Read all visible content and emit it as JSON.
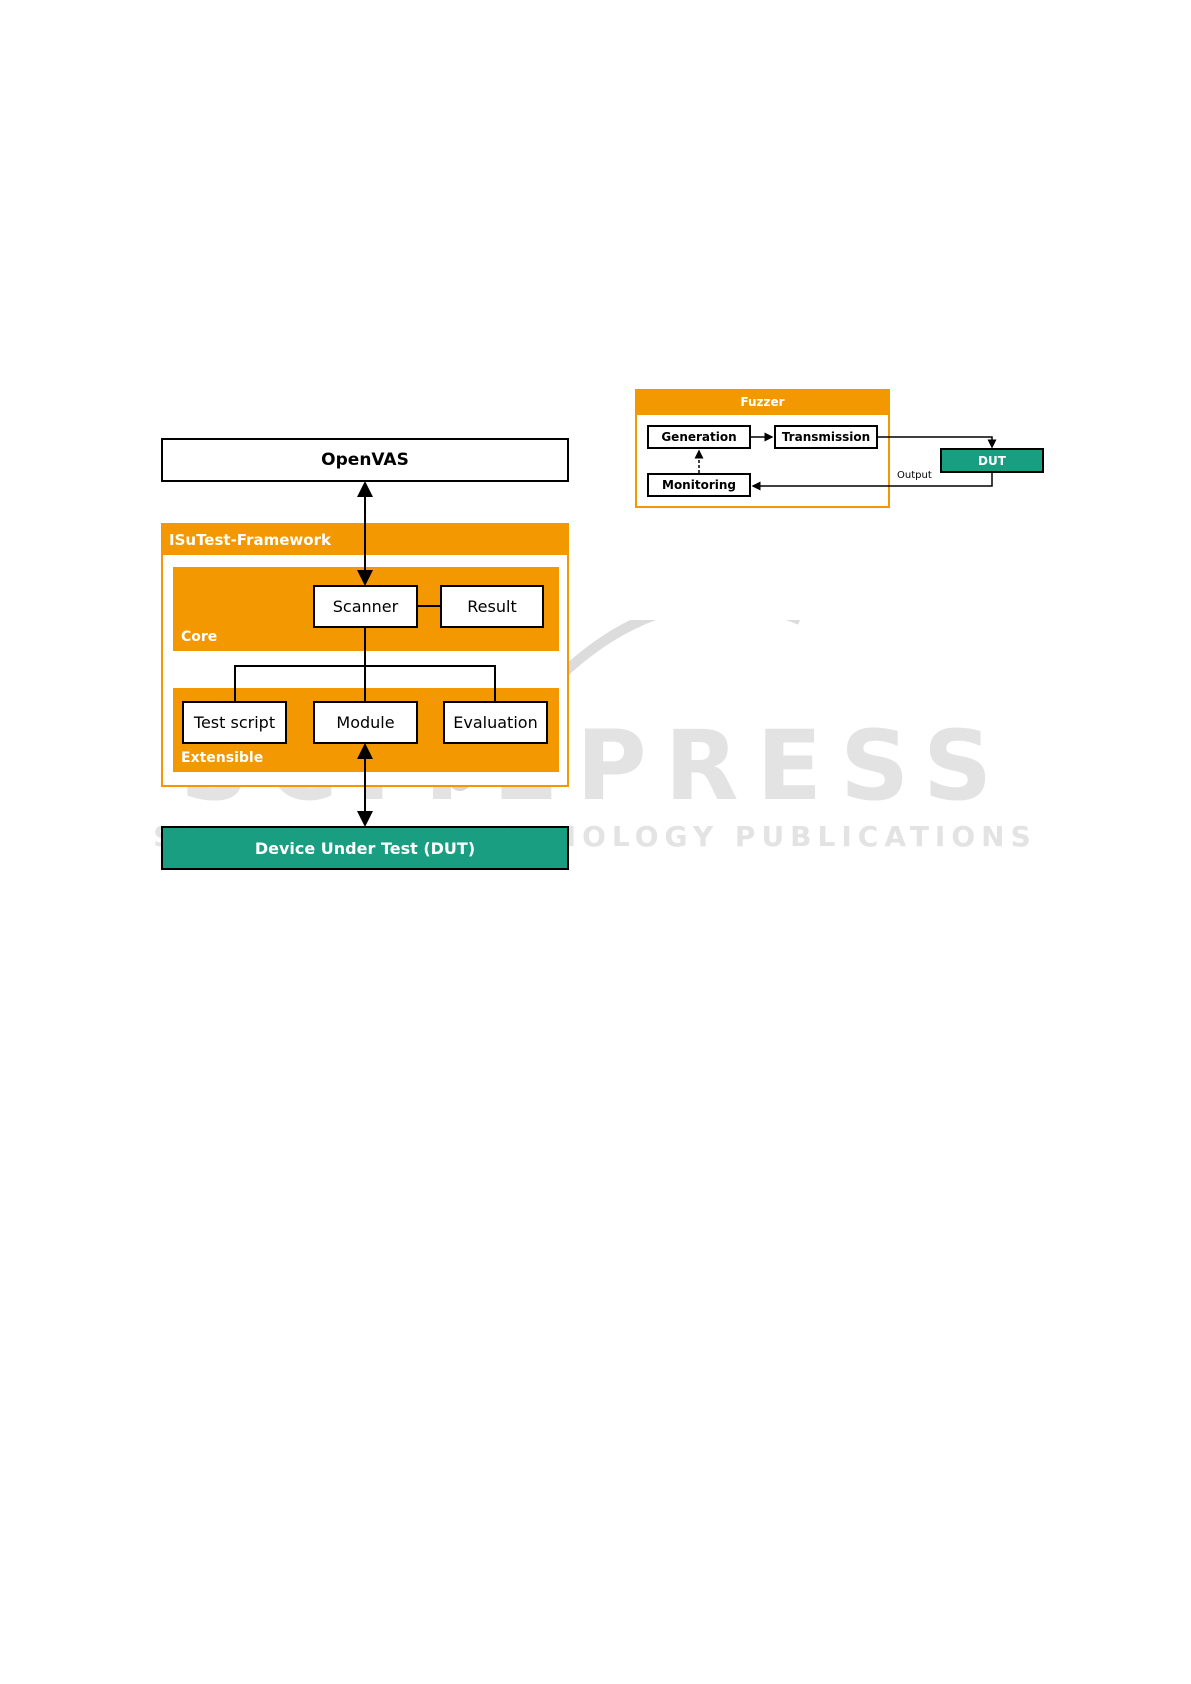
{
  "left_diagram": {
    "openvas": "OpenVAS",
    "framework": "ISuTest-Framework",
    "core": "Core",
    "scanner": "Scanner",
    "result": "Result",
    "extensible": "Extensible",
    "test_script": "Test script",
    "module": "Module",
    "evaluation": "Evaluation",
    "dut": "Device Under Test (DUT)"
  },
  "right_diagram": {
    "fuzzer": "Fuzzer",
    "generation": "Generation",
    "transmission": "Transmission",
    "monitoring": "Monitoring",
    "dut": "DUT",
    "output": "Output"
  },
  "watermark": {
    "main": "SCITEPRESS",
    "sub": "SCIENCE AND TECHNOLOGY PUBLICATIONS"
  },
  "colors": {
    "orange": "#f39800",
    "green": "#1a9e82"
  }
}
